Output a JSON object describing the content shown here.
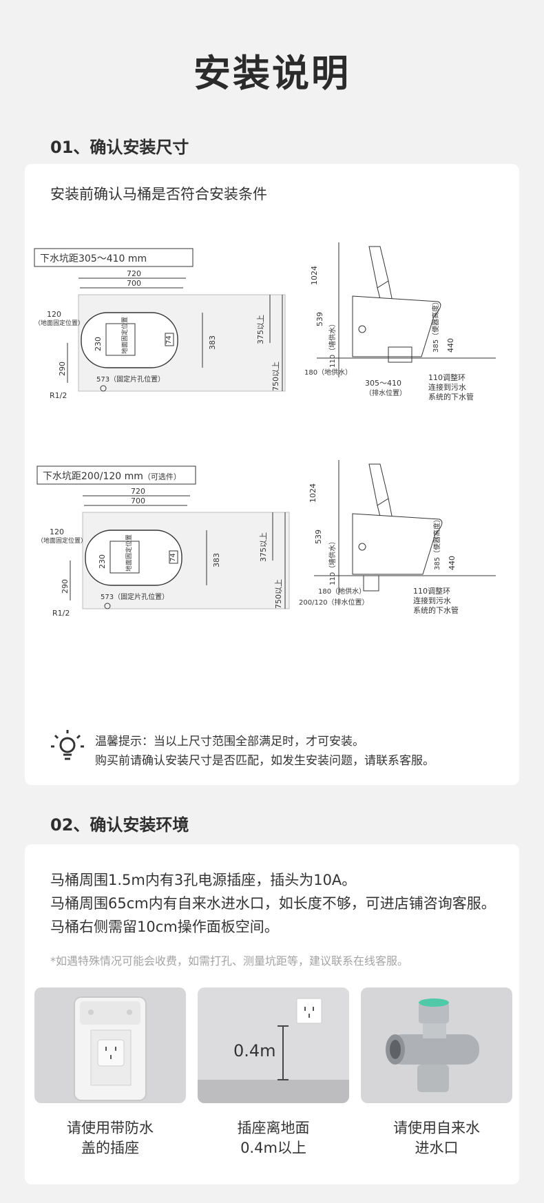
{
  "page_title": "安装说明",
  "section1": {
    "heading": "01、确认安装尺寸",
    "intro": "安装前确认马桶是否符合安装条件",
    "diagram_a": {
      "label": "下水坑距305～410 mm",
      "dims": {
        "w720": "720",
        "w700": "700",
        "d120": "120",
        "fix_pos": "（地面固定位置）",
        "d230": "230",
        "fix_pos_v": "地面固定位置",
        "d74": "74",
        "d383": "383",
        "d375": "375以上",
        "d750": "750以上",
        "d290": "290",
        "d573": "573（固定片孔位置）",
        "r12": "R1/2"
      }
    },
    "side_a": {
      "d1024": "1024",
      "d539": "539",
      "d110": "110（墙供水）",
      "d385": "385（便器高度）",
      "d440": "440",
      "d180": "180（地供水）",
      "d305": "305～410",
      "drain_pos": "（排水位置）",
      "ring": "110调整环",
      "pipe1": "连接到污水",
      "pipe2": "系统的下水管"
    },
    "diagram_b": {
      "label": "下水坑距200/120 mm",
      "label_opt": "（可选件）"
    },
    "side_b": {
      "d180": "180（地供水）",
      "d200": "200/120（排水位置）",
      "ring": "110调整环",
      "pipe1": "连接到污水",
      "pipe2": "系统的下水管"
    },
    "tip_line1": "温馨提示：当以上尺寸范围全部满足时，才可安装。",
    "tip_line2": "购买前请确认安装尺寸是否匹配，如发生安装问题，请联系客服。"
  },
  "section2": {
    "heading": "02、确认安装环境",
    "requirements": [
      "马桶周围1.5m内有3孔电源插座，插头为10A。",
      "马桶周围65cm内有自来水进水口，如长度不够，可进店铺咨询客服。",
      "马桶右侧需留10cm操作面板空间。"
    ],
    "note": "*如遇特殊情况可能会收费，如需打孔、测量坑距等，建议联系在线客服。",
    "height_label": "0.4m",
    "captions": [
      [
        "请使用带防水",
        "盖的插座"
      ],
      [
        "插座离地面",
        "0.4m以上"
      ],
      [
        "请使用自来水",
        "进水口"
      ]
    ]
  },
  "icons": [
    "lightbulb-icon"
  ],
  "colors": {
    "background": "#f2f2f3",
    "card": "#ffffff",
    "text": "#333333",
    "note": "#a3a3a3"
  }
}
